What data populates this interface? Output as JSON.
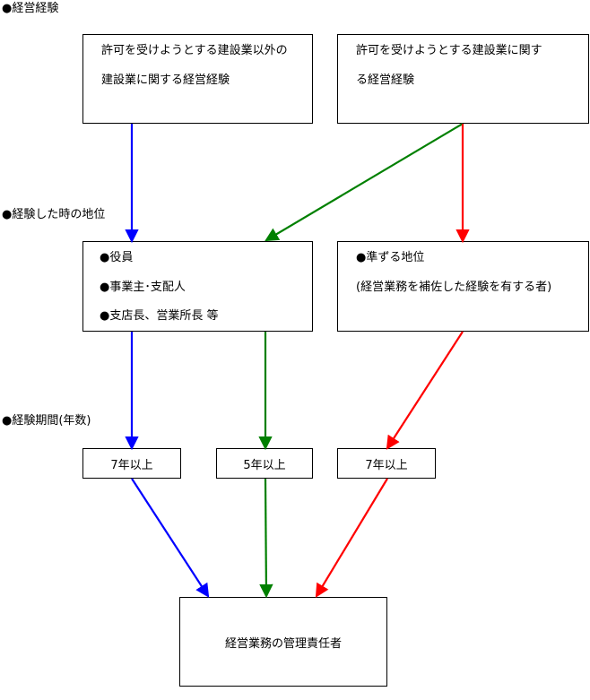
{
  "section_labels": {
    "experience": "●経営経験",
    "position": "●経験した時の地位",
    "period": "●経験期間(年数)"
  },
  "boxes": {
    "other_industry": {
      "line1": "許可を受けようとする建設業以外の",
      "line2": "建設業に関する経営経験"
    },
    "same_industry": {
      "line1": "許可を受けようとする建設業に関す",
      "line2": "る経営経験"
    },
    "officer_positions": {
      "line1": "●役員",
      "line2": "●事業主･支配人",
      "line3": "●支店長、営業所長 等"
    },
    "equivalent_position": {
      "line1": "●準ずる地位",
      "line2": "(経営業務を補佐した経験を有する者)"
    },
    "years_blue": "7年以上",
    "years_green": "5年以上",
    "years_red": "7年以上",
    "result": "経営業務の管理責任者"
  },
  "colors": {
    "blue": "#0000ff",
    "green": "#008000",
    "red": "#ff0000"
  }
}
